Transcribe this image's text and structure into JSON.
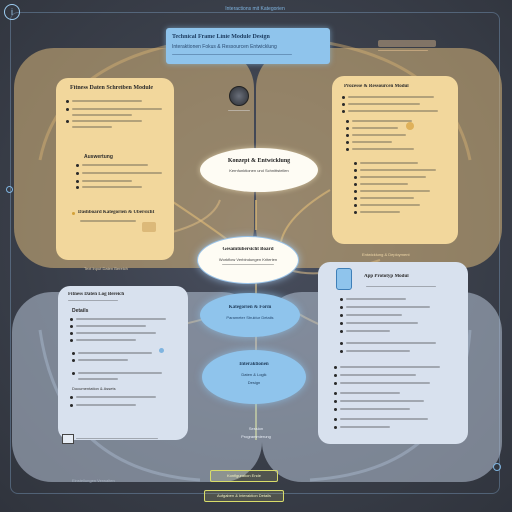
{
  "colors": {
    "background": "#3a3f4a",
    "panel_tan": "#e8c88a",
    "panel_blue": "#c8d4e4",
    "accent_blue": "#8fc4ec",
    "node_white": "#fefcf4",
    "highlight_yellow": "#e4e07a"
  },
  "header": {
    "top_title": "Interactions mit Kategorien",
    "banner_line1": "Technical  Frame  Linie      Module  Design",
    "banner_line2": "Interaktionen  Fokus  & Ressourcen  Entwicklung"
  },
  "panels": {
    "top_left": {
      "title": "Fitness Daten Schreiben Module",
      "subheading": "Auswertung",
      "section2": "Dashboard Kategorien & Übersicht"
    },
    "top_right": {
      "title": "Prozesse & Ressourcen Modul",
      "tag": "Entwicklung & Deployment"
    },
    "bottom_left": {
      "title": "Fitness Daten Log Bereich",
      "subheading": "Details",
      "list_item": "Documentation & Assets"
    },
    "bottom_right": {
      "title": "App Prototyp Modul"
    },
    "gradient_heading_left": "Text Input Daten Bereich"
  },
  "nodes": {
    "concept": {
      "title": "Konzept & Entwicklung",
      "sub": "Kernfunktionen und Schnittstellen"
    },
    "center": {
      "title": "Gesamtübersicht Board",
      "sub": "Workflow Verbindungen Kriterien"
    },
    "core": {
      "title": "Kategorien & Form",
      "sub": "Parameter Struktur Details"
    },
    "interaction": {
      "title": "Interaktionen",
      "sub": "Daten & Logik",
      "sub2": "Design"
    }
  },
  "lower_label": {
    "line1": "Session",
    "line2": "Programmierung"
  },
  "footer": {
    "left_caption": "Einstellungen Verwalten",
    "box1": "Konfiguration Ende",
    "box2": "Aufgaben & Interaktion Details"
  },
  "icons": [
    "info-icon",
    "globe-icon",
    "document-icon"
  ]
}
